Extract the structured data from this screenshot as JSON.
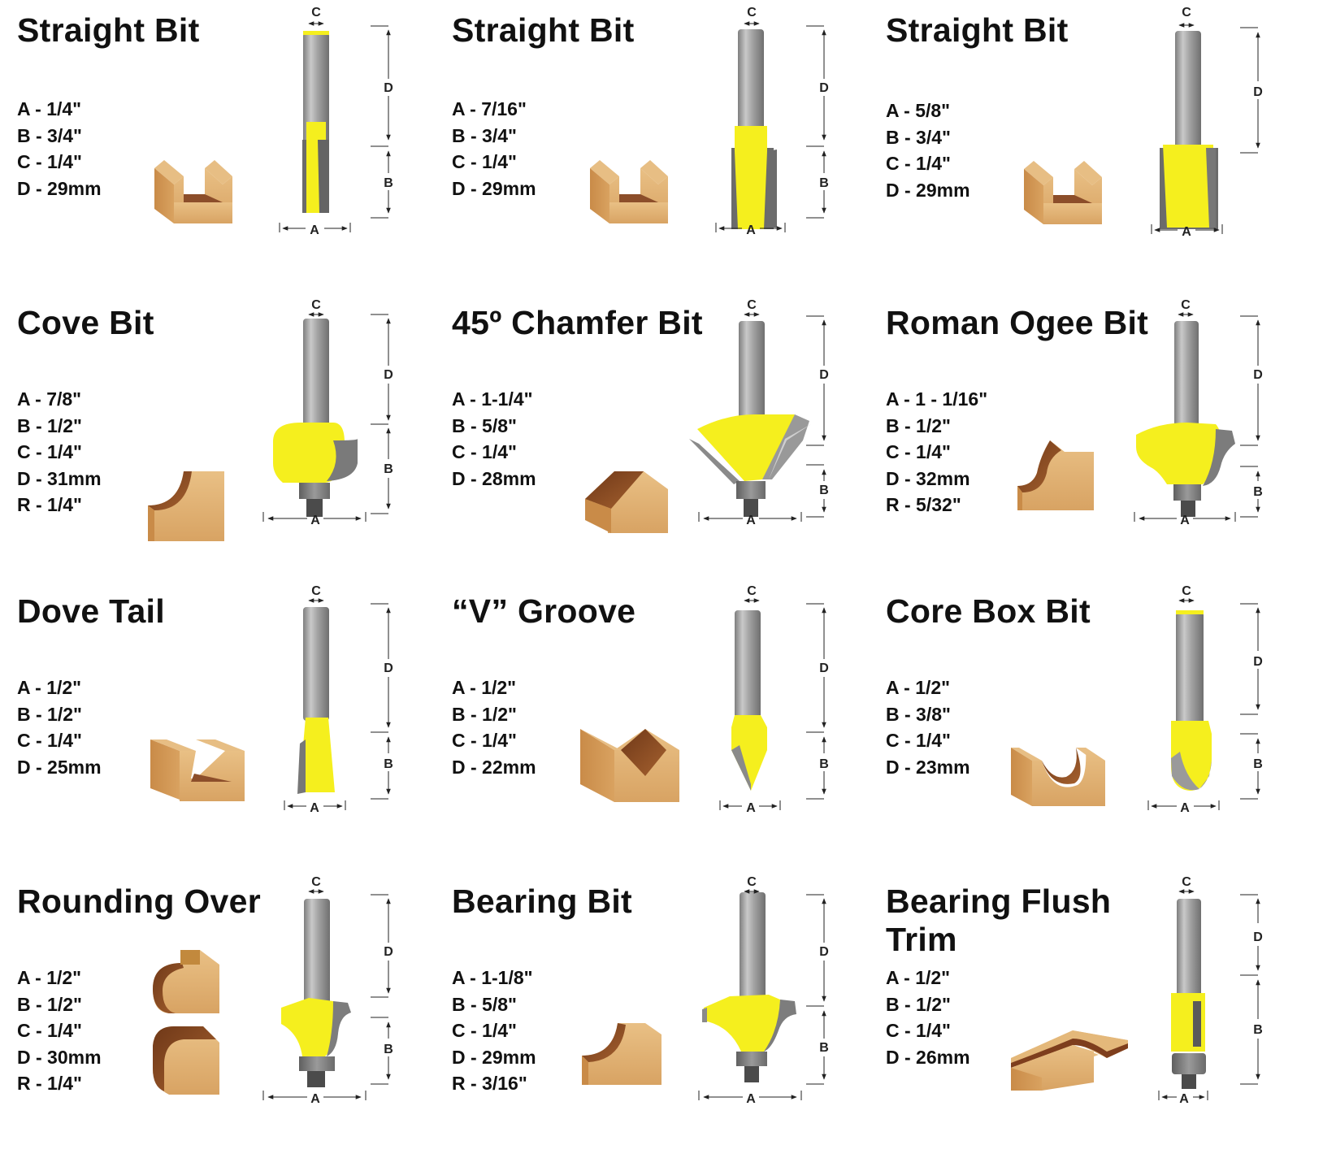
{
  "colors": {
    "cutter_yellow": "#f5ef1e",
    "shank_gray": "#9a9a9a",
    "carbide_gray": "#7b7b7b",
    "wood_light": "#e2b477",
    "wood_mid": "#c98c4c",
    "wood_dark": "#8a4a25",
    "text": "#111111"
  },
  "dimension_labels": {
    "a": "A",
    "b": "B",
    "c": "C",
    "d": "D"
  },
  "bits": [
    {
      "name": "Straight Bit",
      "specs": [
        "A - 1/4\"",
        "B - 3/4\"",
        "C - 1/4\"",
        "D - 29mm"
      ],
      "profile": "straight-groove"
    },
    {
      "name": "Straight Bit",
      "specs": [
        "A - 7/16\"",
        "B - 3/4\"",
        "C - 1/4\"",
        "D - 29mm"
      ],
      "profile": "straight-groove"
    },
    {
      "name": "Straight Bit",
      "specs": [
        "A - 5/8\"",
        "B - 3/4\"",
        "C - 1/4\"",
        "D - 29mm"
      ],
      "profile": "straight-groove"
    },
    {
      "name": "Cove Bit",
      "specs": [
        "A - 7/8\"",
        "B - 1/2\"",
        "C - 1/4\"",
        "D - 31mm",
        "R - 1/4\""
      ],
      "profile": "cove"
    },
    {
      "name": "45º Chamfer Bit",
      "specs": [
        "A - 1-1/4\"",
        "B - 5/8\"",
        "C - 1/4\"",
        "D - 28mm"
      ],
      "profile": "chamfer"
    },
    {
      "name": "Roman Ogee Bit",
      "specs": [
        "A - 1 - 1/16\"",
        "B - 1/2\"",
        "C - 1/4\"",
        "D - 32mm",
        "R - 5/32\""
      ],
      "profile": "ogee"
    },
    {
      "name": "Dove Tail",
      "specs": [
        "A - 1/2\"",
        "B - 1/2\"",
        "C - 1/4\"",
        "D - 25mm"
      ],
      "profile": "dovetail"
    },
    {
      "name": "“V” Groove",
      "specs": [
        "A - 1/2\"",
        "B - 1/2\"",
        "C - 1/4\"",
        "D - 22mm"
      ],
      "profile": "v-groove"
    },
    {
      "name": "Core Box Bit",
      "specs": [
        "A - 1/2\"",
        "B - 3/8\"",
        "C - 1/4\"",
        "D - 23mm"
      ],
      "profile": "core-box"
    },
    {
      "name": "Rounding Over",
      "specs": [
        "A - 1/2\"",
        "B - 1/2\"",
        "C - 1/4\"",
        "D - 30mm",
        "R - 1/4\""
      ],
      "profile": "round-over"
    },
    {
      "name": "Bearing Bit",
      "specs": [
        "A - 1-1/8\"",
        "B - 5/8\"",
        "C - 1/4\"",
        "D - 29mm",
        "R - 3/16\""
      ],
      "profile": "cove"
    },
    {
      "name": "Bearing Flush\nTrim",
      "specs": [
        "A - 1/2\"",
        "B - 1/2\"",
        "C - 1/4\"",
        "D - 26mm"
      ],
      "profile": "flush-trim"
    }
  ]
}
